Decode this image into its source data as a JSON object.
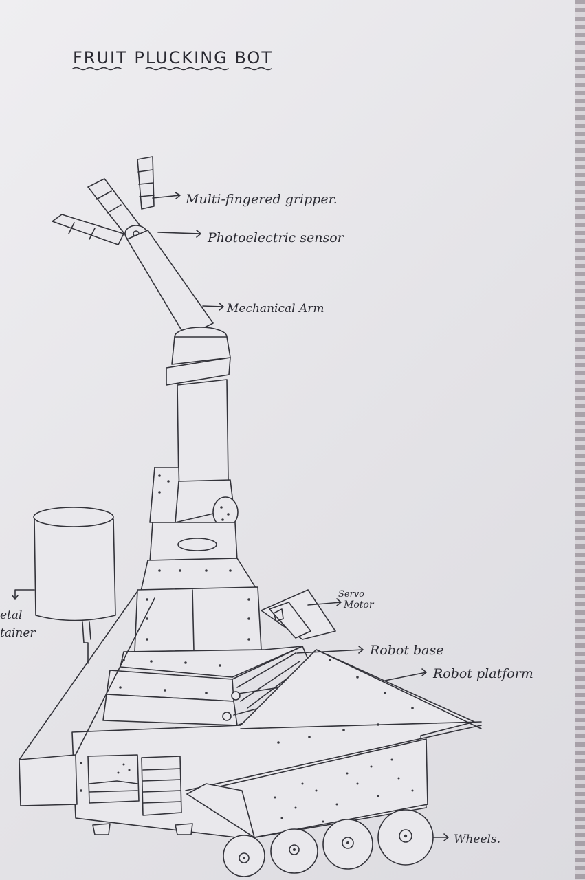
{
  "title": "FRUIT PLUCKING BOT",
  "labels": {
    "gripper": "Multi-fingered gripper.",
    "sensor": "Photoelectric sensor",
    "arm": "Mechanical Arm",
    "servo_line1": "Servo",
    "servo_line2": "Motor",
    "base": "Robot base",
    "platform": "Robot platform",
    "wheels": "Wheels.",
    "container_line1": "etal",
    "container_line2": "tainer"
  },
  "colors": {
    "paper": "#e6e5e8",
    "ink": "#33333a"
  }
}
